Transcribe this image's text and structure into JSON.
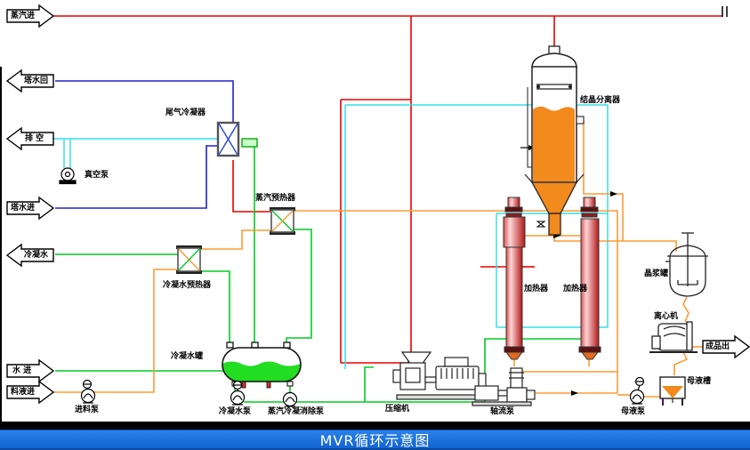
{
  "title": {
    "banner": "MVR循环示意图"
  },
  "io_labels": {
    "steam_in": "蒸汽进",
    "tower_water_return": "塔水回",
    "vent": "排 空",
    "tower_water_in": "塔水进",
    "condensate_out": "冷凝水",
    "water_in": "水 进",
    "feed_in": "料液进",
    "product_out": "成品出"
  },
  "equipment": {
    "tail_gas_condenser": "尾气冷凝器",
    "vacuum_pump": "真空泵",
    "steam_preheater": "蒸汽预热器",
    "condensate_preheater": "冷凝水预热器",
    "condensate_tank": "冷凝水罐",
    "feed_pump": "进料泵",
    "condensate_pump": "冷凝水泵",
    "steam_condensate_removal_pump": "蒸汽冷凝消除泵",
    "compressor": "压缩机",
    "axial_flow_pump": "轴流泵",
    "heater_left": "加热器",
    "heater_right": "加热器",
    "crystal_separator": "结晶分离器",
    "slurry_tank": "晶浆罐",
    "centrifuge": "离心机",
    "mother_liquor_tank": "母液槽",
    "mother_liquor_pump": "母液泵"
  },
  "colors": {
    "pipe_steam_red": "#e80000",
    "pipe_water_blue": "#2222cc",
    "pipe_vent_cyan": "#35e0e8",
    "pipe_condensate_green": "#00cc22",
    "pipe_feed_orange": "#ff9a33",
    "banner_blue": "#176bd8",
    "vessel_fill_orange": "#f28a1e",
    "tank_fill_green": "#22cc22"
  }
}
